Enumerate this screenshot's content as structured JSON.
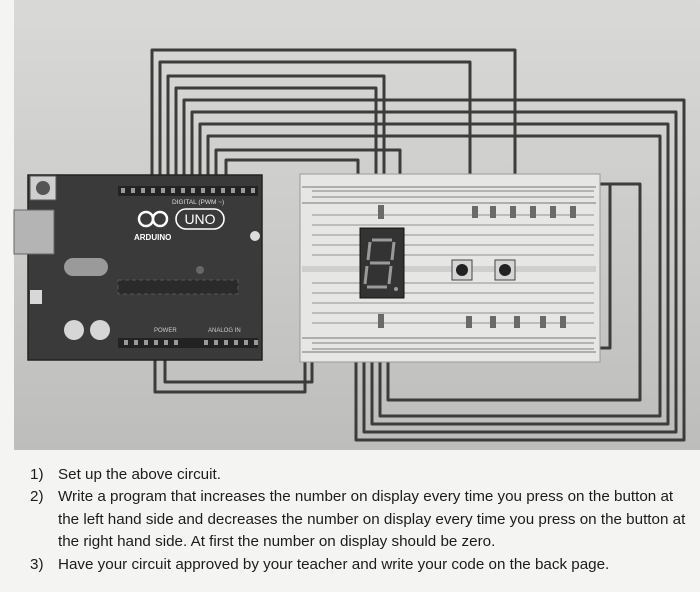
{
  "arduino": {
    "logo_symbol": "∞",
    "model": "UNO",
    "brand": "ARDUINO",
    "digital_label": "DIGITAL (PWM ~)",
    "power_label": "POWER",
    "analog_label": "ANALOG IN"
  },
  "display": {
    "digit": "8"
  },
  "instructions": [
    {
      "num": "1)",
      "text": "Set up the above circuit."
    },
    {
      "num": "2)",
      "text": "Write a program that increases the number on display every time you press on the button at the left hand side and decreases the number on display every time you press on the button at the right hand side. At first the number on display should be zero."
    },
    {
      "num": "3)",
      "text": "Have your circuit approved by your teacher and write your code on the back page."
    }
  ],
  "colors": {
    "board": "#3a3a3a",
    "breadboard": "#e8e8e6",
    "wire": "#444444",
    "text": "#1c1c1c"
  }
}
